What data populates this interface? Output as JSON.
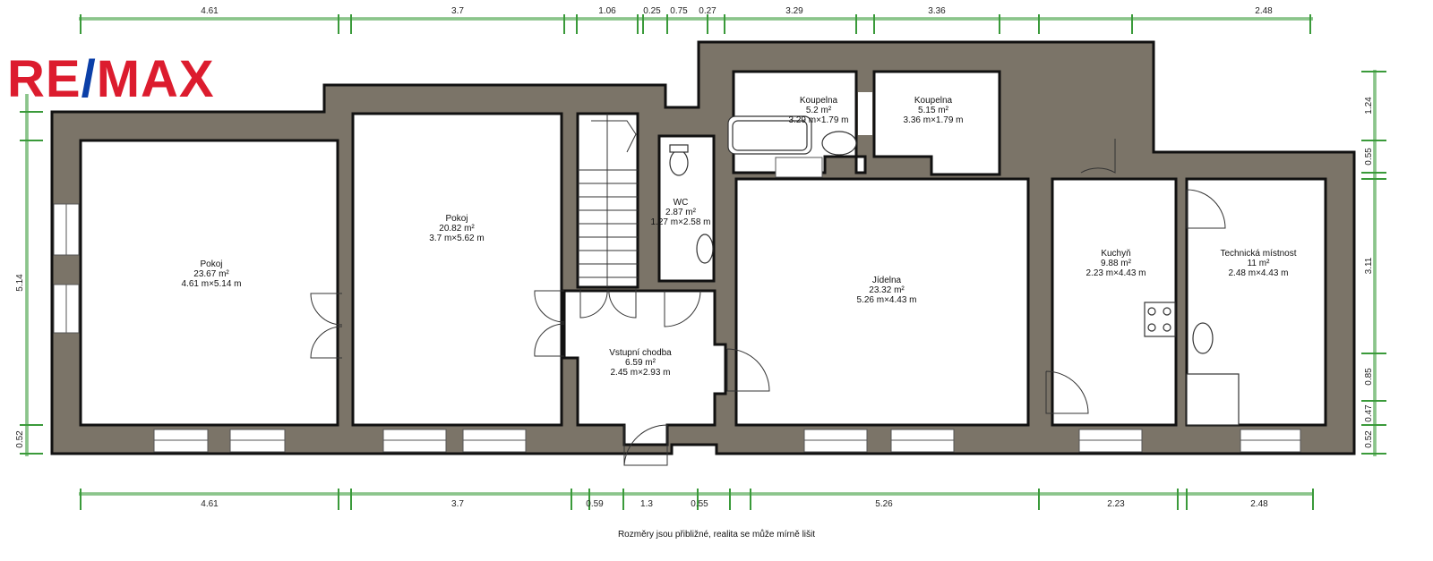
{
  "logo": {
    "part1": "RE",
    "slash": "/",
    "part2": "MAX",
    "red": "#dc1c2e",
    "blue": "#0b3fa8"
  },
  "rooms": [
    {
      "name": "Pokoj",
      "area": "23.67 m²",
      "dims": "4.61 m×5.14 m"
    },
    {
      "name": "Pokoj",
      "area": "20.82 m²",
      "dims": "3.7 m×5.62 m"
    },
    {
      "name": "WC",
      "area": "2.87 m²",
      "dims": "1.27 m×2.58 m"
    },
    {
      "name": "Vstupní chodba",
      "area": "6.59 m²",
      "dims": "2.45 m×2.93 m"
    },
    {
      "name": "Koupelna",
      "area": "5.2 m²",
      "dims": "3.29 m×1.79 m"
    },
    {
      "name": "Koupelna",
      "area": "5.15 m²",
      "dims": "3.36 m×1.79 m"
    },
    {
      "name": "Jídelna",
      "area": "23.32 m²",
      "dims": "5.26 m×4.43 m"
    },
    {
      "name": "Kuchyň",
      "area": "9.88 m²",
      "dims": "2.23 m×4.43 m"
    },
    {
      "name": "Technická místnost",
      "area": "11 m²",
      "dims": "2.48 m×4.43 m"
    }
  ],
  "dimensions": {
    "top": [
      "4.61",
      "3.7",
      "1.06",
      "0.25",
      "0.75",
      "0.27",
      "3.29",
      "3.36",
      "2.48"
    ],
    "bottom": [
      "4.61",
      "3.7",
      "0.59",
      "1.3",
      "0.55",
      "5.26",
      "2.23",
      "2.48"
    ],
    "left": [
      "5.14",
      "0.52"
    ],
    "right": [
      "1.24",
      "0.55",
      "3.11",
      "0.85",
      "0.47",
      "0.52"
    ]
  },
  "note": "Rozměry jsou přibližné, realita se může mírně lišit",
  "colors": {
    "wall": "#7b7468",
    "dimension": "#3a9a3a"
  }
}
